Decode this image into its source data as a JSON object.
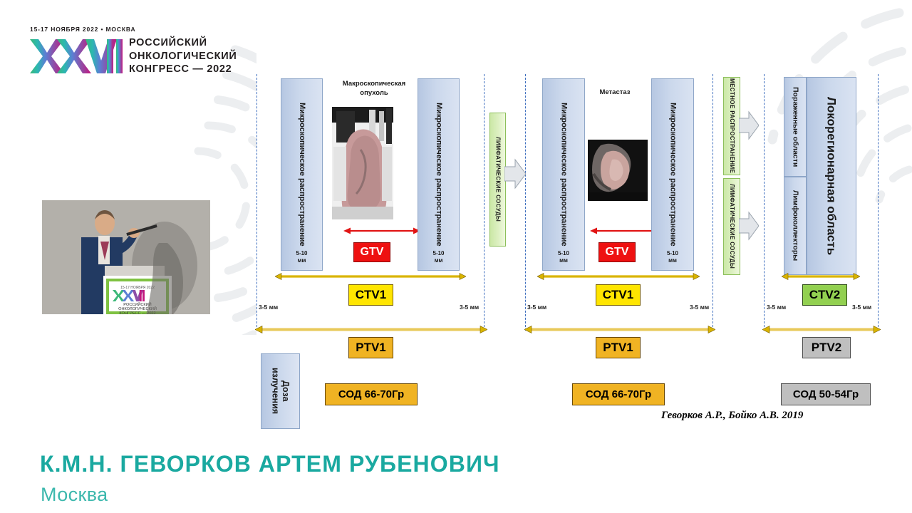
{
  "logo": {
    "date_line": "15-17 НОЯБРЯ 2022 • МОСКВА",
    "numeral": "XXVII",
    "name": "РОССИЙСКИЙ\nОНКОЛОГИЧЕСКИЙ\nКОНГРЕСС — 2022",
    "colors": {
      "green": "#3cb878",
      "teal": "#2bb8b0",
      "blue": "#5b7fd4",
      "purple": "#8e4fa8",
      "magenta": "#c2177e"
    }
  },
  "speaker": {
    "name": "К.М.Н. ГЕВОРКОВ АРТЕМ РУБЕНОВИЧ",
    "city": "Москва",
    "accent_color": "#1aa9a0",
    "photo_alt": "Докладчик за трибуной"
  },
  "citation": "Геворков А.Р., Бойко А.В. 2019",
  "diagram": {
    "columns": [
      {
        "id": "primary-tumor",
        "caption": "Макроскопическая\nопухоль",
        "left_band": {
          "label": "Микроскопическое распространение",
          "margin": "5-10\nмм"
        },
        "right_band": {
          "label": "Микроскопическое распространение",
          "margin": "5-10\nмм"
        },
        "target": "GTV",
        "ctv": "CTV1",
        "ptv": "PTV1",
        "dose": "СОД 66-70Гр",
        "margin_left": "3-5 мм",
        "margin_right": "3-5 мм"
      },
      {
        "id": "metastasis",
        "caption": "Метастаз",
        "left_band": {
          "label": "Микроскопическое распространение",
          "margin": "5-10\nмм"
        },
        "right_band": {
          "label": "Микроскопическое распространение",
          "margin": "5-10\nмм"
        },
        "target": "GTV",
        "ctv": "CTV1",
        "ptv": "PTV1",
        "dose": "СОД 66-70Гр",
        "margin_left": "3-5 мм",
        "margin_right": "3-5 мм"
      },
      {
        "id": "locoregional",
        "band_affected": "Пораженные области",
        "band_collectors": "Лимфоколлекторы",
        "region": "Локорегионарная область",
        "ctv": "CTV2",
        "ptv": "PTV2",
        "dose": "СОД 50-54Гр",
        "margin_left": "3-5 мм",
        "margin_right": "3-5 мм"
      }
    ],
    "connectors": [
      {
        "id": "lymph-vessels-1",
        "label": "ЛИМФАТИЧЕСКИЕ СОСУДЫ"
      },
      {
        "id": "local-spread",
        "label": "МЕСТНОЕ РАСПРОСТРАНЕНИЕ"
      },
      {
        "id": "lymph-vessels-2",
        "label": "ЛИМФАТИЧЕСКИЕ СОСУДЫ"
      }
    ],
    "dose_axis_label": "Доза\nизлучения",
    "colors": {
      "ctv1": "#ffe500",
      "ptv1": "#f0b323",
      "ctv2": "#92d050",
      "ptv2": "#bfbfbf",
      "gtv": "#ee1111",
      "band": "#cbd8ec",
      "lymph": "#ddf0c2",
      "boundary": "#3f6fbf"
    }
  }
}
